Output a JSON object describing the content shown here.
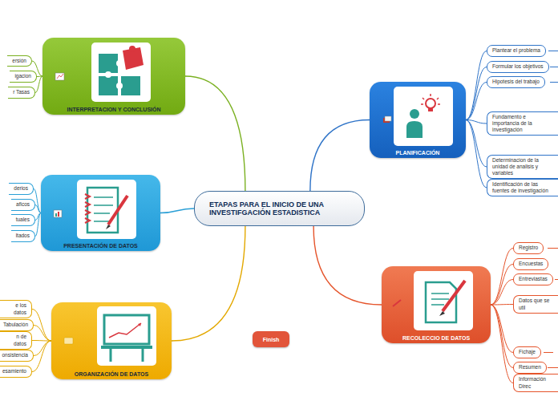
{
  "diagram": {
    "nodes": [
      {
        "text": [
          "ETAPAS PARA EL INICIO DE UNA INVESTIFGACIÓN ESTADISTICA"
        ]
      },
      {
        "text": [
          "PLANIFICACIÓN"
        ]
      },
      {
        "text": [
          "Plantear el problema"
        ]
      },
      {
        "text": [
          "Formular los objetivos"
        ]
      },
      {
        "text": [
          "Hipotesis del trabajo"
        ]
      },
      {
        "text": [
          "Fundamento e importancia de la investigación"
        ]
      },
      {
        "text": [
          "Determinacion de la unidad de analisis y variables"
        ]
      },
      {
        "text": [
          "Identificación de las fuentes de investigación"
        ]
      },
      {
        "text": [
          "RECOLECCIO DE DATOS"
        ]
      },
      {
        "text": [
          "Registro"
        ]
      },
      {
        "text": [
          "Encuestas"
        ]
      },
      {
        "text": [
          "Entreviastas"
        ]
      },
      {
        "text": [
          "Datos que se util"
        ]
      },
      {
        "text": [
          "Fichaje"
        ]
      },
      {
        "text": [
          "Resumen"
        ]
      },
      {
        "text": [
          "Información Direc"
        ]
      },
      {
        "text": [
          "ORGANIZACIÓN DE DATOS"
        ]
      },
      {
        "text": [
          "e los datos"
        ]
      },
      {
        "text": [
          "Tabulación"
        ]
      },
      {
        "text": [
          "n de datos"
        ]
      },
      {
        "text": [
          "onsistencia"
        ]
      },
      {
        "text": [
          "esamiento"
        ]
      },
      {
        "text": [
          "PRESENTACIÓN DE DATOS"
        ]
      },
      {
        "text": [
          "derios"
        ]
      },
      {
        "text": [
          "aficos"
        ]
      },
      {
        "text": [
          "tuales"
        ]
      },
      {
        "text": [
          "ltados"
        ]
      },
      {
        "text": [
          "INTERPRETACION Y CONCLUSIÓN"
        ]
      },
      {
        "text": [
          "ersión"
        ]
      },
      {
        "text": [
          "igacion"
        ]
      },
      {
        "text": [
          "r Tasas"
        ]
      },
      {
        "text": [
          "Finish"
        ]
      }
    ],
    "edges": [
      {
        "from": 0,
        "to": 1,
        "arrow": "none"
      },
      {
        "from": 0,
        "to": 8,
        "arrow": "none"
      },
      {
        "from": 0,
        "to": 16,
        "arrow": "none"
      },
      {
        "from": 0,
        "to": 22,
        "arrow": "none"
      },
      {
        "from": 0,
        "to": 27,
        "arrow": "none"
      },
      {
        "from": 1,
        "to": 2,
        "arrow": "none"
      },
      {
        "from": 1,
        "to": 3,
        "arrow": "none"
      },
      {
        "from": 1,
        "to": 4,
        "arrow": "none"
      },
      {
        "from": 1,
        "to": 5,
        "arrow": "none"
      },
      {
        "from": 1,
        "to": 6,
        "arrow": "none"
      },
      {
        "from": 1,
        "to": 7,
        "arrow": "none"
      },
      {
        "from": 8,
        "to": 9,
        "arrow": "none"
      },
      {
        "from": 8,
        "to": 10,
        "arrow": "none"
      },
      {
        "from": 8,
        "to": 11,
        "arrow": "none"
      },
      {
        "from": 8,
        "to": 12,
        "arrow": "none"
      },
      {
        "from": 8,
        "to": 13,
        "arrow": "none"
      },
      {
        "from": 8,
        "to": 14,
        "arrow": "none"
      },
      {
        "from": 8,
        "to": 15,
        "arrow": "none"
      },
      {
        "from": 16,
        "to": 17,
        "arrow": "none"
      },
      {
        "from": 16,
        "to": 18,
        "arrow": "none"
      },
      {
        "from": 16,
        "to": 19,
        "arrow": "none"
      },
      {
        "from": 16,
        "to": 20,
        "arrow": "none"
      },
      {
        "from": 16,
        "to": 21,
        "arrow": "none"
      },
      {
        "from": 22,
        "to": 23,
        "arrow": "none"
      },
      {
        "from": 22,
        "to": 24,
        "arrow": "none"
      },
      {
        "from": 22,
        "to": 25,
        "arrow": "none"
      },
      {
        "from": 22,
        "to": 26,
        "arrow": "none"
      },
      {
        "from": 27,
        "to": 28,
        "arrow": "none"
      },
      {
        "from": 27,
        "to": 29,
        "arrow": "none"
      },
      {
        "from": 27,
        "to": 30,
        "arrow": "none"
      }
    ]
  }
}
